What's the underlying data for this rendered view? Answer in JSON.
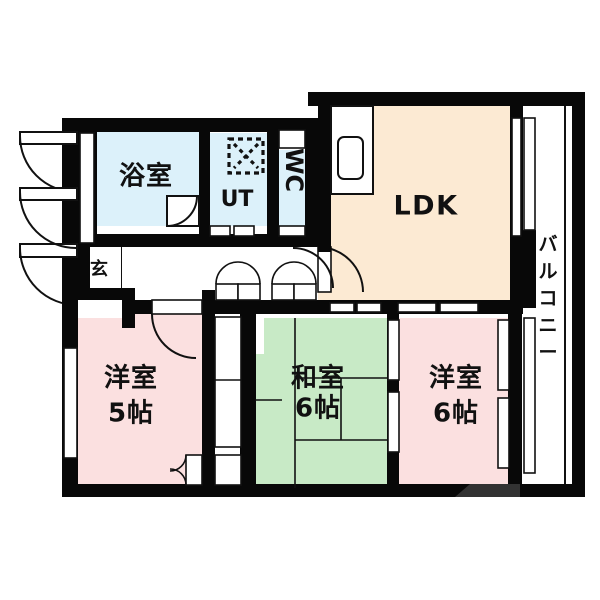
{
  "plan": {
    "type": "japanese-apartment-floor-plan",
    "layout_name": "3LDK",
    "background_color": "#ffffff",
    "wall_color": "#080808",
    "colors": {
      "ldk": "#FCEAD3",
      "bedroom_pink": "#FBE0E0",
      "tatami_green": "#C8EAC6",
      "wet_blue": "#DCF1FA",
      "white": "#FFFFFF"
    }
  },
  "rooms": [
    {
      "id": "ldk",
      "name": "LDK",
      "label": "LDK",
      "size_label": "",
      "color": "#FCEAD3",
      "features": [
        "kitchen-counter",
        "sink",
        "window",
        "entry-door"
      ]
    },
    {
      "id": "bathroom",
      "name": "bathroom",
      "label": "浴室",
      "size_label": "",
      "color": "#DCF1FA",
      "features": [
        "door"
      ]
    },
    {
      "id": "utility",
      "name": "utility-room",
      "label": "UT",
      "size_label": "",
      "color": "#DCF1FA",
      "features": [
        "washing-machine"
      ]
    },
    {
      "id": "toilet",
      "name": "toilet",
      "label": "WC",
      "size_label": "",
      "color": "#DCF1FA",
      "features": [
        "door"
      ]
    },
    {
      "id": "entrance",
      "name": "entrance-genkan",
      "label": "玄",
      "size_label": "",
      "color": "#FFFFFF",
      "features": [
        "front-door"
      ]
    },
    {
      "id": "western-room-5",
      "name": "western-style-room-left",
      "label": "洋室",
      "size_label": "5帖",
      "color": "#FBE0E0",
      "features": [
        "window",
        "door",
        "closet"
      ]
    },
    {
      "id": "japanese-room-6",
      "name": "japanese-style-tatami-room",
      "label": "和室",
      "size_label": "6帖",
      "color": "#C8EAC6",
      "features": [
        "tatami",
        "closet",
        "sliding-doors"
      ]
    },
    {
      "id": "western-room-6",
      "name": "western-style-room-right",
      "label": "洋室",
      "size_label": "6帖",
      "color": "#FBE0E0",
      "features": [
        "window",
        "balcony-access",
        "closet"
      ]
    },
    {
      "id": "balcony",
      "name": "balcony",
      "label": "バルコニー",
      "label_chars": [
        "バ",
        "ル",
        "コ",
        "ニ",
        "ー"
      ],
      "size_label": "",
      "color": "#FFFFFF",
      "features": [
        "railing"
      ]
    }
  ],
  "labels": {
    "ldk": "LDK",
    "bathroom": "浴室",
    "utility": "UT",
    "toilet": "WC",
    "entrance": "玄",
    "western_left_name": "洋室",
    "western_left_size": "5帖",
    "japanese_name": "和室",
    "japanese_size": "6帖",
    "western_right_name": "洋室",
    "western_right_size": "6帖",
    "balcony_1": "バ",
    "balcony_2": "ル",
    "balcony_3": "コ",
    "balcony_4": "ニ",
    "balcony_5": "ー"
  }
}
